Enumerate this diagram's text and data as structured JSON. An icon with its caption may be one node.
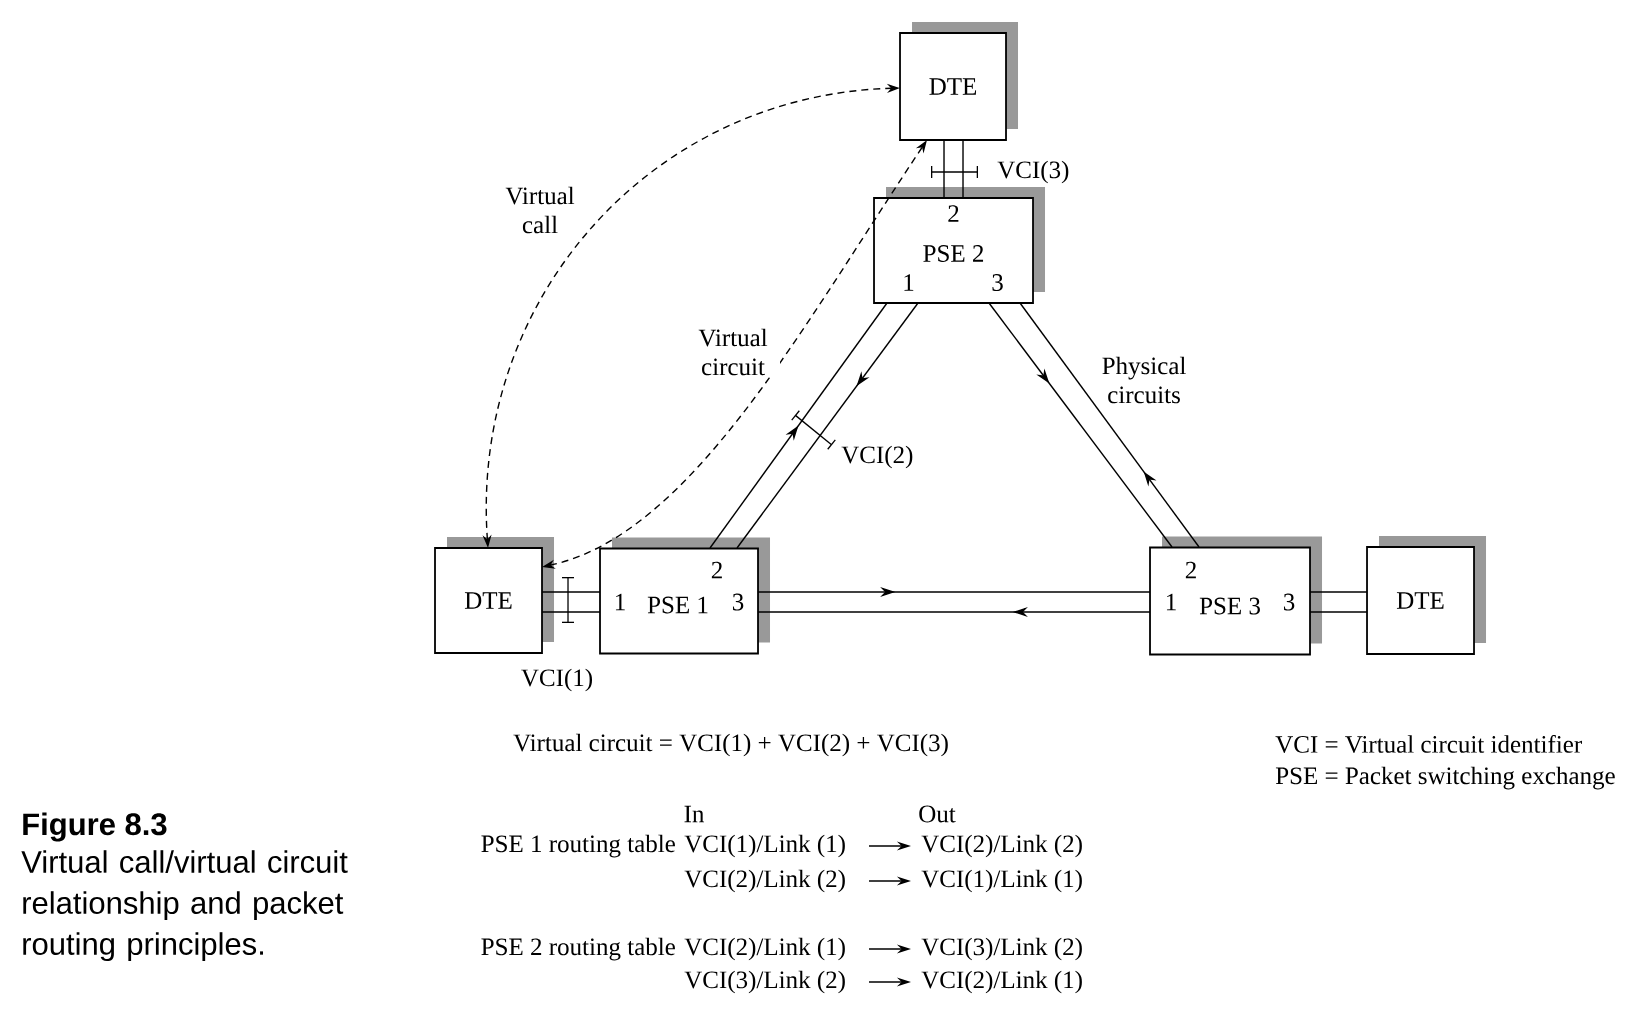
{
  "diagram": {
    "title": "Figure 8.3",
    "caption": "Virtual call/virtual circuit relationship and packet routing principles.",
    "nodes": [
      {
        "text": [
          "DTE"
        ]
      },
      {
        "text": [
          "2",
          "PSE 2",
          "1",
          "3"
        ]
      },
      {
        "text": [
          "DTE"
        ]
      },
      {
        "text": [
          "2",
          "1",
          "PSE 1",
          "3"
        ]
      },
      {
        "text": [
          "2",
          "1",
          "PSE 3",
          "3"
        ]
      },
      {
        "text": [
          "DTE"
        ]
      }
    ],
    "edges": [
      {
        "from": 0,
        "to": 1,
        "arrow": "none"
      },
      {
        "from": 0,
        "to": 1,
        "arrow": "none"
      },
      {
        "from": 3,
        "to": 1,
        "arrow": "to"
      },
      {
        "from": 1,
        "to": 3,
        "arrow": "to"
      },
      {
        "from": 1,
        "to": 4,
        "arrow": "to"
      },
      {
        "from": 4,
        "to": 1,
        "arrow": "to"
      },
      {
        "from": 2,
        "to": 3,
        "arrow": "none"
      },
      {
        "from": 2,
        "to": 3,
        "arrow": "none"
      },
      {
        "from": 3,
        "to": 4,
        "arrow": "to"
      },
      {
        "from": 4,
        "to": 3,
        "arrow": "to"
      },
      {
        "from": 4,
        "to": 5,
        "arrow": "none"
      },
      {
        "from": 4,
        "to": 5,
        "arrow": "none"
      },
      {
        "from": 2,
        "to": 0,
        "arrow": "both",
        "style": "dashed",
        "label": "Virtual call"
      },
      {
        "from": 2,
        "to": 0,
        "arrow": "both",
        "style": "dashed",
        "label": "Virtual circuit"
      }
    ],
    "labels": [
      "Physical circuits",
      "VCI(3)",
      "VCI(2)",
      "VCI(1)",
      "Virtual circuit = VCI(1) + VCI(2) + VCI(3)",
      "VCI = Virtual circuit identifier",
      "PSE = Packet switching exchange",
      "In",
      "Out",
      "PSE 1 routing table",
      "VCI(1)/Link (1)",
      "VCI(2)/Link (2)",
      "VCI(2)/Link (2)",
      "VCI(1)/Link (1)",
      "PSE 2 routing table",
      "VCI(2)/Link (1)",
      "VCI(3)/Link (2)",
      "VCI(3)/Link (2)",
      "VCI(2)/Link (1)"
    ]
  }
}
